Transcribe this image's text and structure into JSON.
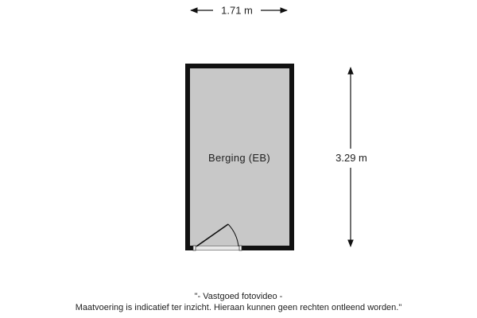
{
  "floorplan": {
    "room": {
      "label": "Berging (EB)"
    },
    "dimensions": {
      "width": "1.71 m",
      "length": "3.29 m"
    },
    "colors": {
      "wall": "#111111",
      "floor": "#c8c8c8",
      "arrow": "#111111"
    }
  },
  "footer": {
    "line1": "\"- Vastgoed fotovideo -",
    "line2": "Maatvoering is indicatief ter inzicht. Hieraan kunnen geen rechten ontleend worden.\""
  }
}
